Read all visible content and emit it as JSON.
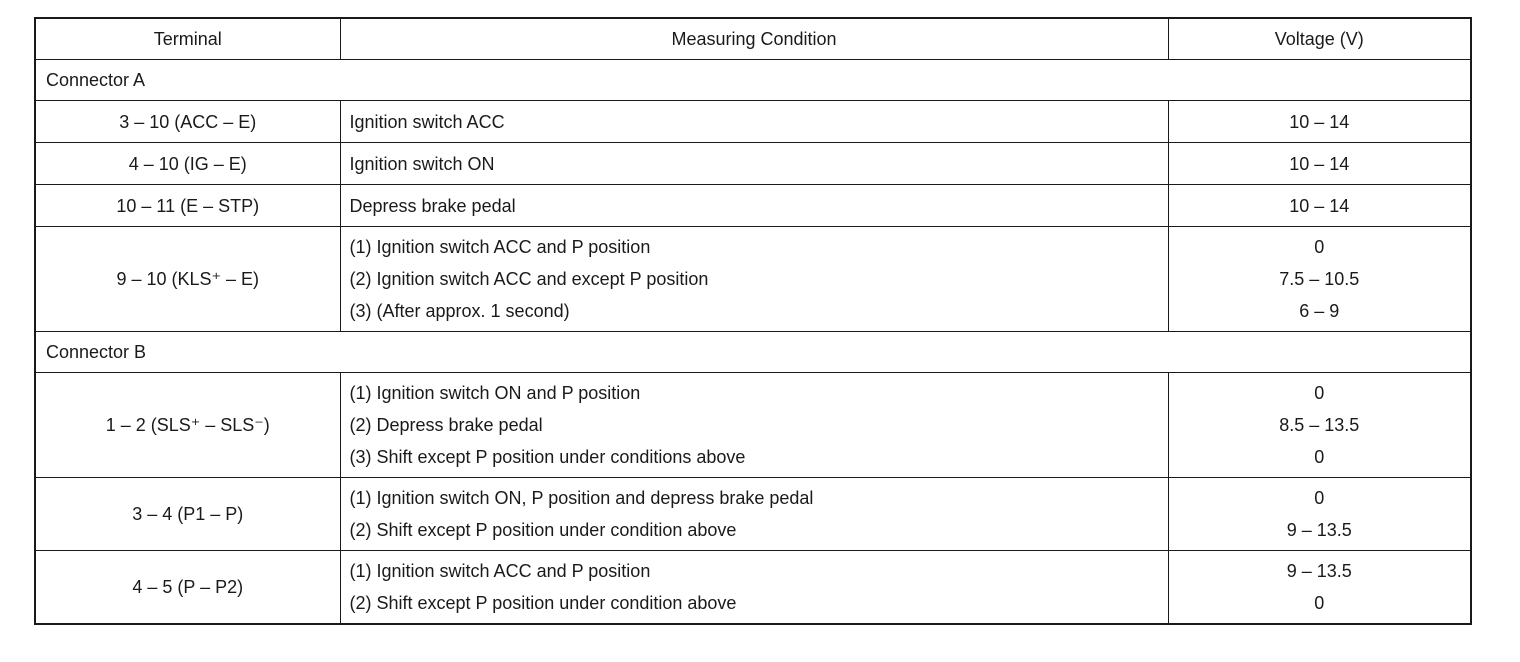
{
  "header": {
    "terminal": "Terminal",
    "condition": "Measuring Condition",
    "voltage": "Voltage (V)"
  },
  "sections": [
    {
      "title": "Connector A",
      "rows": [
        {
          "terminal": "3 – 10 (ACC – E)",
          "conditions": [
            "Ignition switch ACC"
          ],
          "voltages": [
            "10 – 14"
          ]
        },
        {
          "terminal": "4 – 10 (IG – E)",
          "conditions": [
            "Ignition switch ON"
          ],
          "voltages": [
            "10 – 14"
          ]
        },
        {
          "terminal": "10 – 11 (E – STP)",
          "conditions": [
            "Depress brake pedal"
          ],
          "voltages": [
            "10 – 14"
          ]
        },
        {
          "terminal": "9 – 10 (KLS⁺ – E)",
          "conditions": [
            "(1) Ignition switch ACC and P position",
            "(2) Ignition switch ACC and except P position",
            "(3) (After approx. 1 second)"
          ],
          "voltages": [
            "0",
            "7.5 – 10.5",
            "6 – 9"
          ]
        }
      ]
    },
    {
      "title": "Connector B",
      "rows": [
        {
          "terminal": "1 – 2 (SLS⁺ – SLS⁻)",
          "conditions": [
            "(1) Ignition switch ON and P position",
            "(2) Depress brake pedal",
            "(3) Shift except P position under conditions above"
          ],
          "voltages": [
            "0",
            "8.5 – 13.5",
            "0"
          ]
        },
        {
          "terminal": "3 – 4 (P1 – P)",
          "conditions": [
            "(1) Ignition switch ON, P position and depress brake pedal",
            "(2) Shift except P position under condition above"
          ],
          "voltages": [
            "0",
            "9 – 13.5"
          ]
        },
        {
          "terminal": "4 – 5 (P – P2)",
          "conditions": [
            "(1) Ignition switch ACC and P position",
            "(2) Shift except P position under condition above"
          ],
          "voltages": [
            "9 – 13.5",
            "0"
          ]
        }
      ]
    }
  ]
}
